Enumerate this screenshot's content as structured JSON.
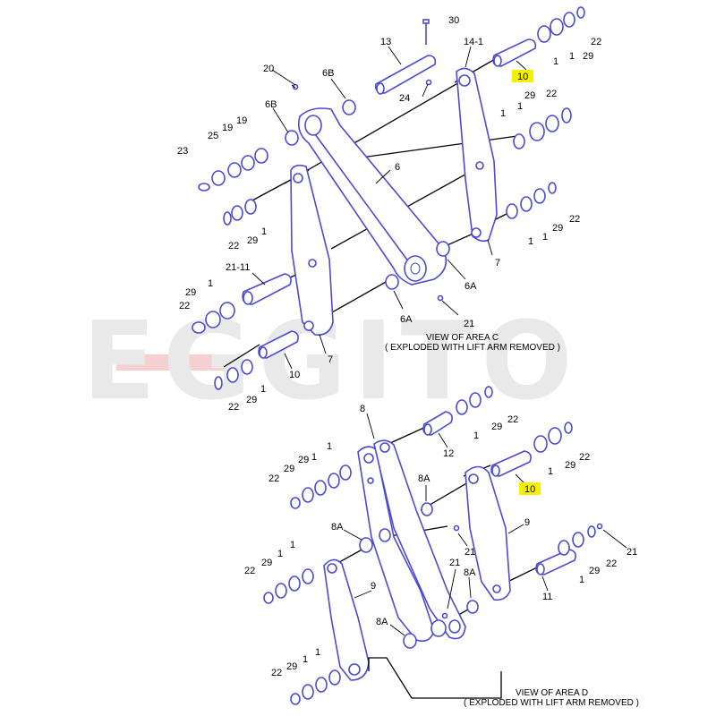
{
  "watermark": {
    "text": "EGGITO"
  },
  "area_c": {
    "caption_title": "VIEW OF AREA C",
    "caption_sub": "( EXPLODED WITH LIFT ARM REMOVED )",
    "callouts": {
      "c30": "30",
      "c13": "13",
      "c14_1": "14-1",
      "c22a": "22",
      "c29a": "29",
      "c1a": "1",
      "c1b": "1",
      "c10a": "10",
      "c20": "20",
      "c6b_a": "6B",
      "c24": "24",
      "c6b_b": "6B",
      "c19a": "19",
      "c19b": "19",
      "c25": "25",
      "c23": "23",
      "c29b": "29",
      "c22b": "22",
      "c1c": "1",
      "c1d": "1",
      "c6": "6",
      "c22c": "22",
      "c29c": "29",
      "c1e": "1",
      "c1f": "1",
      "c1g": "1",
      "c29d": "29",
      "c22d": "22",
      "c7a": "7",
      "c21_11": "21-11",
      "c29e": "29",
      "c1h": "1",
      "c22e": "22",
      "c6a_a": "6A",
      "c6a_b": "6A",
      "c21a": "21",
      "c7b": "7",
      "c10b": "10",
      "c1i": "1",
      "c29f": "29",
      "c22f": "22"
    }
  },
  "area_d": {
    "caption_title": "VIEW OF AREA D",
    "caption_sub": "( EXPLODED WITH LIFT ARM REMOVED )",
    "callouts": {
      "d8": "8",
      "d29a": "29",
      "d22a": "22",
      "d1a": "1",
      "d12": "12",
      "d22b": "22",
      "d29b": "29",
      "d1b": "1",
      "d1c": "1",
      "d29c": "29",
      "d29d": "29",
      "d1d": "1",
      "d22c": "22",
      "d8a_a": "8A",
      "d10": "10",
      "d9a": "9",
      "d8a_b": "8A",
      "d21a": "21",
      "d22d": "22",
      "d29e": "29",
      "d1e": "1",
      "d1f": "1",
      "d21b": "21",
      "d8a_c": "8A",
      "d9b": "9",
      "d1g": "1",
      "d29f": "29",
      "d22e": "22",
      "d21c": "21",
      "d11": "11",
      "d8a_d": "8A",
      "d22f": "22",
      "d29g": "29",
      "d1h": "1",
      "d1i": "1"
    }
  }
}
